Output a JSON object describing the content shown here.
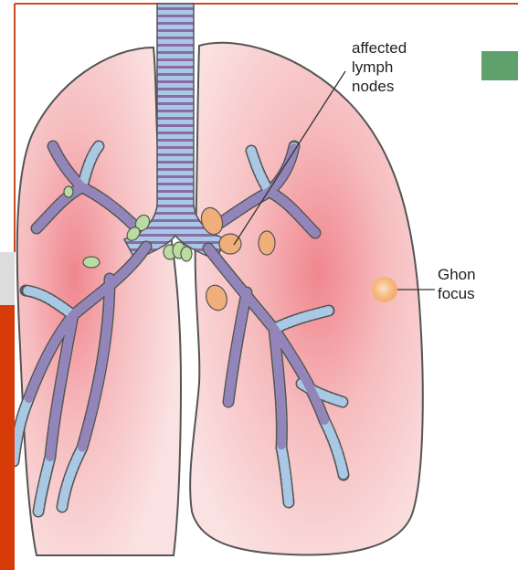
{
  "labels": {
    "lymph_nodes": [
      "affected",
      "lymph",
      "nodes"
    ],
    "ghon_focus": [
      "Ghon",
      "focus"
    ]
  },
  "colors": {
    "slide_accent_orange": "#d63b08",
    "slide_accent_gray": "#dcdcdc",
    "slide_accent_green": "#5fa06c",
    "frame_border": "#c94a1a",
    "lung_fill": "#f9dcdc",
    "lung_core": "#f2a0a6",
    "lung_outline": "#555555",
    "airway_fill": "#a9c8e4",
    "airway_ring": "#8a6aa8",
    "lymph_node_orange": "#efae7a",
    "lymph_node_green": "#b9dca0",
    "ghon_focus": "#f6b77c"
  }
}
